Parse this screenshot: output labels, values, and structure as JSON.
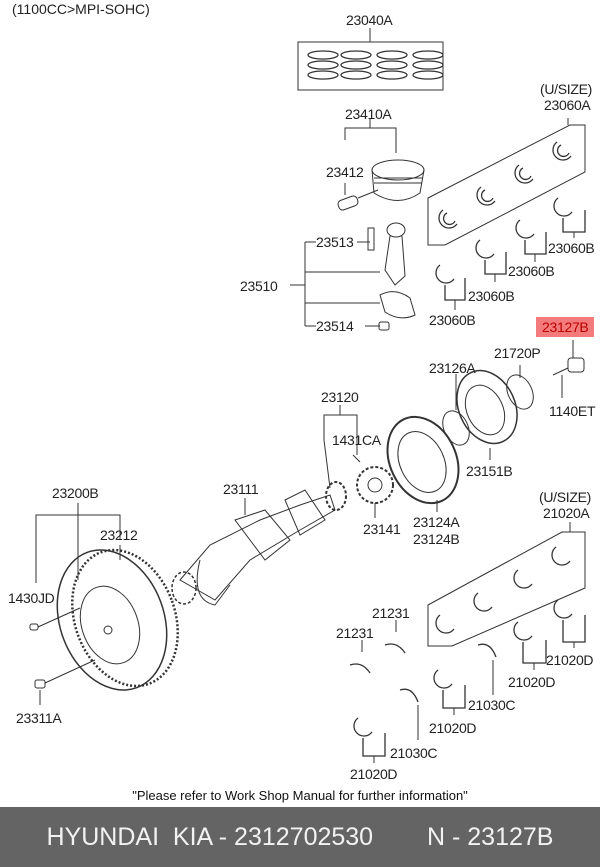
{
  "header": {
    "engine_note": "(1100CC>MPI-SOHC)"
  },
  "colors": {
    "highlight_bg": "#f47b7b",
    "highlight_text": "#b00000",
    "band_bg": "#646464",
    "band_text": "#f2f2f2"
  },
  "labels": {
    "rings": "23040A",
    "piston_assy": "23410A",
    "piston_pin": "23412",
    "rod_bolt": "23513",
    "rod_assy": "23510",
    "rod_nut": "23514",
    "usize_upper": "(U/SIZE)",
    "rod_bearing_set": "23060A",
    "rod_bearing_b1": "23060B",
    "rod_bearing_b2": "23060B",
    "rod_bearing_b3": "23060B",
    "rod_bearing_b4": "23060B",
    "highlighted_part": "23127B",
    "washer": "21720P",
    "pulley_hub": "23126A",
    "bolt_1140": "1140ET",
    "crank_sprocket_assy": "23120",
    "key": "1431CA",
    "damper_pulley": "23151B",
    "crankshaft": "23111",
    "timing_plate": "23141",
    "pulley_a": "23124A",
    "pulley_b": "23124B",
    "flywheel_assy": "23200B",
    "ring_gear": "23212",
    "dowel": "1430JD",
    "flywheel_bolt": "23311A",
    "usize_lower": "(U/SIZE)",
    "main_bearing_set": "21020A",
    "thrust_1": "21231",
    "thrust_2": "21231",
    "main_d1": "21020D",
    "main_d2": "21020D",
    "main_d3": "21020D",
    "main_d4": "21020D",
    "thrust_c1": "21030C",
    "thrust_c2": "21030C"
  },
  "footer": {
    "note": "\"Please refer to Work Shop Manual for further information\""
  },
  "band": {
    "brand": "HYUNDAI  KIA - 2312702530",
    "part_code": "N - 23127B"
  }
}
